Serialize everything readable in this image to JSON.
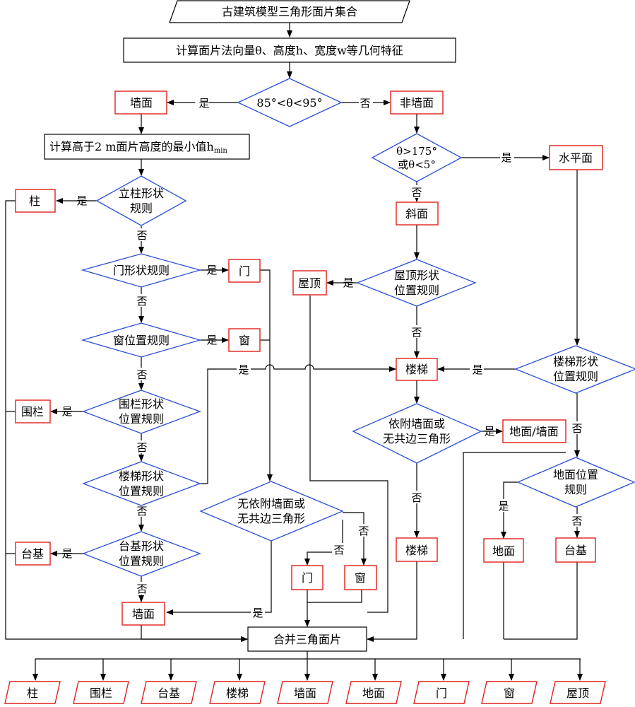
{
  "diagram": {
    "start": "古建筑模型三角形面片集合",
    "calc_features": "计算面片法向量θ、高度h、宽度w等几何特征",
    "cond_theta": "85°<θ<95°",
    "wall": "墙面",
    "nonwall": "非墙面",
    "calc_hmin_prefix": "计算高于2 m面片高度的最小值h",
    "calc_hmin_sub": "min",
    "cond_horizontal_1": "θ>175°",
    "cond_horizontal_2": "或θ<5°",
    "horizontal": "水平面",
    "slope": "斜面",
    "roof_cond_1": "屋顶形状",
    "roof_cond_2": "位置规则",
    "roof": "屋顶",
    "column_cond_1": "立柱形状",
    "column_cond_2": "规则",
    "column": "柱",
    "door_cond": "门形状规则",
    "door": "门",
    "window_cond": "窗位置规则",
    "window": "窗",
    "stairs": "楼梯",
    "stair_cond_right_1": "楼梯形状",
    "stair_cond_right_2": "位置规则",
    "railing_cond_1": "围栏形状",
    "railing_cond_2": "位置规则",
    "railing": "围栏",
    "stair_cond_left_1": "楼梯形状",
    "stair_cond_left_2": "位置规则",
    "attach_cond_1": "依附墙面或",
    "attach_cond_2": "无共边三角形",
    "ground_wall": "地面/墙面",
    "ground_cond_1": "地面位置",
    "ground_cond_2": "规则",
    "no_attach_cond_1": "无依附墙面或",
    "no_attach_cond_2": "无共边三角形",
    "base_cond_1": "台基形状",
    "base_cond_2": "位置规则",
    "base": "台基",
    "ground": "地面",
    "stairs_out": "楼梯",
    "door2": "门",
    "window2": "窗",
    "wall2": "墙面",
    "merge": "合并三角面片",
    "yes": "是",
    "no": "否",
    "outputs": [
      "柱",
      "围栏",
      "台基",
      "楼梯",
      "墙面",
      "地面",
      "门",
      "窗",
      "屋顶"
    ]
  }
}
